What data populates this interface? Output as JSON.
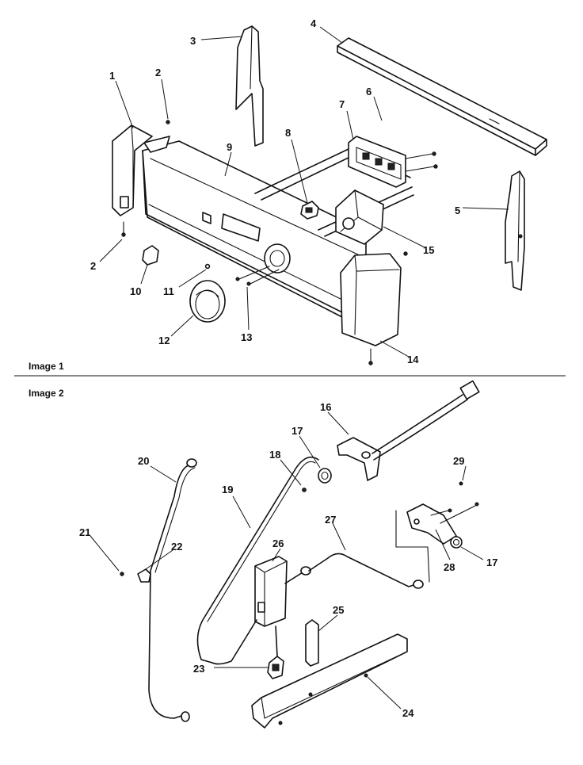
{
  "sections": [
    {
      "id": "image-1",
      "label": "Image 1"
    },
    {
      "id": "image-2",
      "label": "Image 2"
    }
  ],
  "callouts": {
    "c1": "1",
    "c2a": "2",
    "c2b": "2",
    "c3": "3",
    "c4": "4",
    "c5": "5",
    "c6": "6",
    "c7": "7",
    "c8": "8",
    "c9": "9",
    "c10": "10",
    "c11": "11",
    "c12": "12",
    "c13": "13",
    "c14": "14",
    "c15": "15",
    "c16": "16",
    "c17a": "17",
    "c17b": "17",
    "c18": "18",
    "c19": "19",
    "c20": "20",
    "c21": "21",
    "c22": "22",
    "c23": "23",
    "c24": "24",
    "c25": "25",
    "c26": "26",
    "c27": "27",
    "c28": "28",
    "c29": "29"
  }
}
